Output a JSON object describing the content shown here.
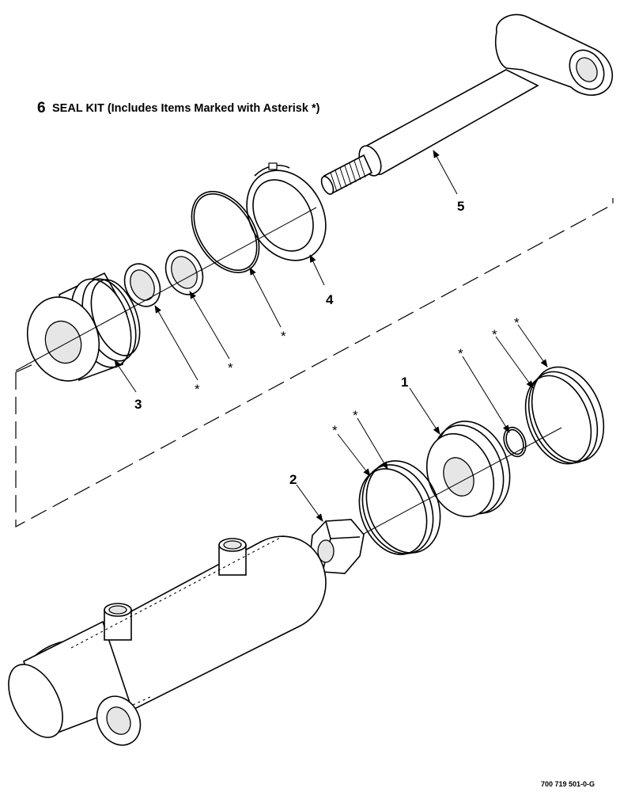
{
  "title": {
    "number": "6",
    "text": "SEAL KIT (Includes Items Marked with Asterisk *)"
  },
  "callouts": {
    "item1": "1",
    "item2": "2",
    "item3": "3",
    "item4": "4",
    "item5": "5",
    "asterisk": "*"
  },
  "drawing_code": "700 719 501-0-G"
}
